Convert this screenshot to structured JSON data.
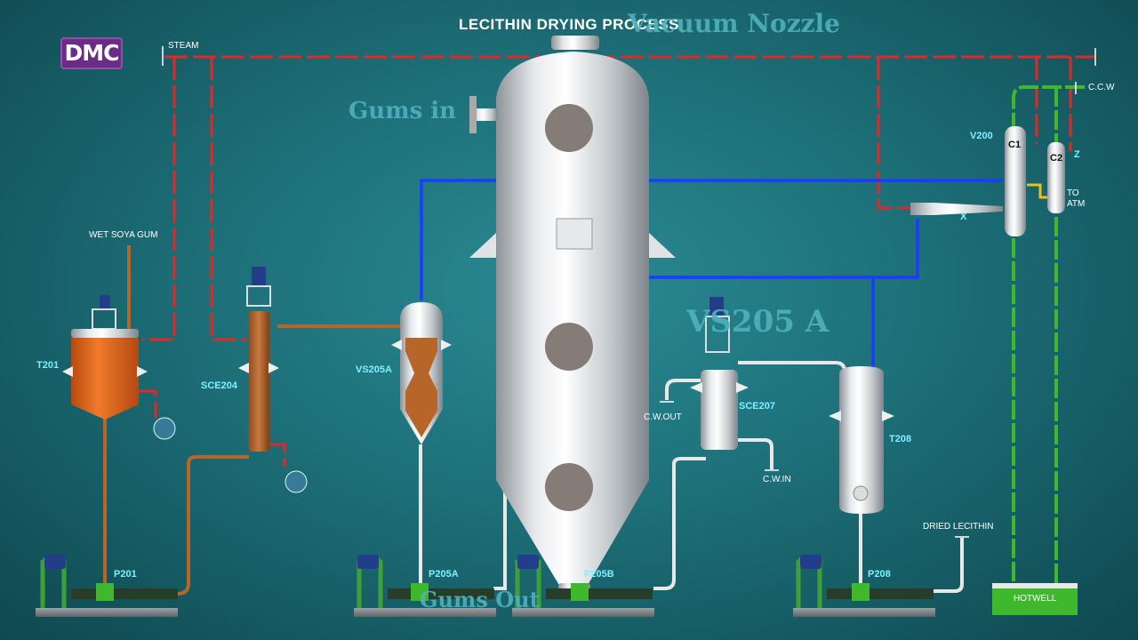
{
  "title": "LECITHIN DRYING PROCESS",
  "logo_text": "DMC",
  "overlay_labels": {
    "vacuum_nozzle": "Vacuum Nozzle",
    "gums_in": "Gums in",
    "vs205a_large": "VS205 A",
    "gums_out": "Gums Out"
  },
  "stream_labels": {
    "steam": "STEAM",
    "wet_soya_gum": "WET SOYA GUM",
    "ccw": "C.C.W",
    "to_atm": "TO\nATM",
    "cw_out": "C.W.OUT",
    "cw_in": "C.W.IN",
    "dried_lecithin": "DRIED LECITHIN",
    "hotwell": "HOTWELL"
  },
  "equipment_tags": {
    "t201": "T201",
    "sce204": "SCE204",
    "vs205a": "VS205A",
    "sce207": "SCE207",
    "t208": "T208",
    "v200": "V200",
    "c1": "C1",
    "c2": "C2",
    "x": "X",
    "z": "Z",
    "p201": "P201",
    "p205a": "P205A",
    "p205b": "P205B",
    "p208": "P208"
  },
  "colors": {
    "steam_line": "#e02828",
    "vacuum_line": "#1a3cff",
    "cooling_water_line": "#3fb82d",
    "product_line": "#b8652a",
    "water_line": "#e8e8e8",
    "vessel_steel": "#c9cdd1",
    "reactor_orange": "#e0661a",
    "brand_purple": "#6a2c86",
    "tag_cyan": "#7ef0ff"
  }
}
